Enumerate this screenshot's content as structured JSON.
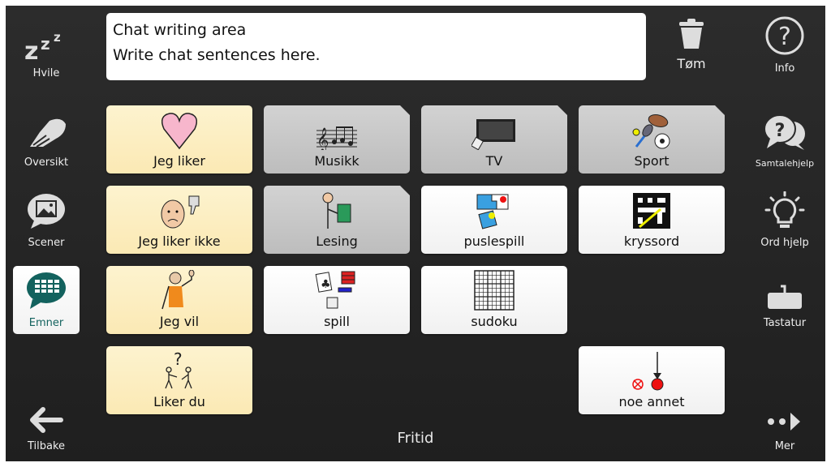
{
  "chat": {
    "line1": "Chat writing area",
    "line2": "Write chat sentences here."
  },
  "left_sidebar": [
    {
      "label": "Hvile",
      "icon": "sleep-zzz-icon"
    },
    {
      "label": "Oversikt",
      "icon": "hand-icon"
    },
    {
      "label": "Scener",
      "icon": "picture-bubble-icon"
    },
    {
      "label": "Emner",
      "icon": "grid-bubble-icon",
      "selected": true
    },
    {
      "label": "Tilbake",
      "icon": "arrow-left-icon"
    }
  ],
  "right_sidebar": [
    {
      "label": "Tøm",
      "icon": "trash-icon"
    },
    {
      "label": "Info",
      "icon": "question-circle-icon"
    },
    {
      "label": "Samtalehjelp",
      "icon": "question-bubbles-icon"
    },
    {
      "label": "Ord hjelp",
      "icon": "lightbulb-icon"
    },
    {
      "label": "Tastatur",
      "icon": "keyboard-icon"
    },
    {
      "label": "Mer",
      "icon": "dots-arrow-icon"
    }
  ],
  "grid": [
    {
      "label": "Jeg liker",
      "type": "yellow"
    },
    {
      "label": "Musikk",
      "type": "folder"
    },
    {
      "label": "TV",
      "type": "folder"
    },
    {
      "label": "Sport",
      "type": "folder"
    },
    {
      "label": "Jeg liker ikke",
      "type": "yellow"
    },
    {
      "label": "Lesing",
      "type": "folder"
    },
    {
      "label": "puslespill",
      "type": "white"
    },
    {
      "label": "kryssord",
      "type": "white"
    },
    {
      "label": "Jeg vil",
      "type": "yellow"
    },
    {
      "label": "spill",
      "type": "white"
    },
    {
      "label": "sudoku",
      "type": "white"
    },
    {
      "label": "Liker du",
      "type": "yellow"
    },
    {
      "label": "noe annet",
      "type": "white"
    }
  ],
  "page_title": "Fritid",
  "colors": {
    "accent": "#13625e",
    "yellow": "#fbe9b4",
    "folder": "#c8c8c8"
  }
}
